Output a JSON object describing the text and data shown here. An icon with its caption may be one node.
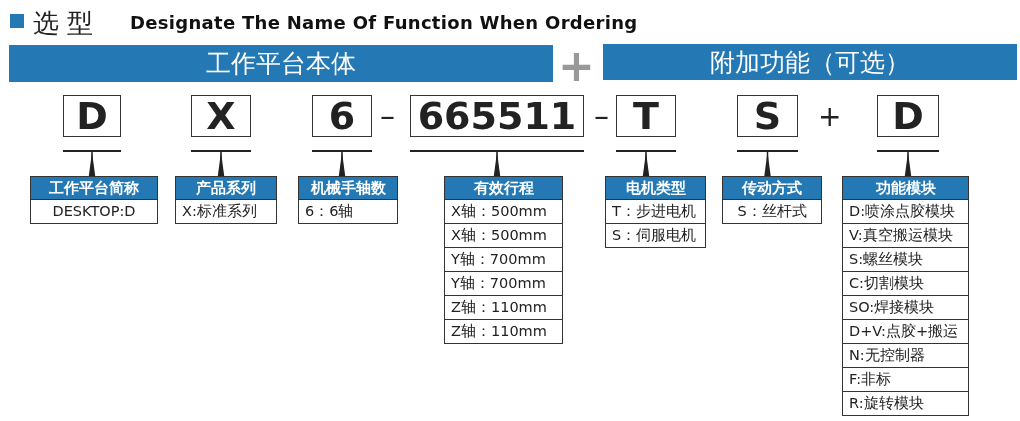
{
  "diagram": {
    "title": "选 型",
    "nodes": [
      {
        "text": [
          "工作平台本体"
        ]
      },
      {
        "text": [
          "附加功能（可选）"
        ]
      },
      {
        "text": [
          "D"
        ]
      },
      {
        "text": [
          "X"
        ]
      },
      {
        "text": [
          "6"
        ]
      },
      {
        "text": [
          "665511"
        ]
      },
      {
        "text": [
          "T"
        ]
      },
      {
        "text": [
          "S"
        ]
      },
      {
        "text": [
          "D"
        ]
      },
      {
        "text": [
          "工作平台简称",
          "DESKTOP:D"
        ]
      },
      {
        "text": [
          "产品系列",
          "X:标准系列"
        ]
      },
      {
        "text": [
          "机械手轴数",
          "6：6轴"
        ]
      },
      {
        "text": [
          "有效行程",
          "X轴：500mm",
          "X轴：500mm",
          "Y轴：700mm",
          "Y轴：700mm",
          "Z轴：110mm",
          "Z轴：110mm"
        ]
      },
      {
        "text": [
          "电机类型",
          "T：步进电机",
          "S：伺服电机"
        ]
      },
      {
        "text": [
          "传动方式",
          "S：丝杆式"
        ]
      },
      {
        "text": [
          "功能模块",
          "D:喷涂点胶模块",
          "V:真空搬运模块",
          "S:螺丝模块",
          "C:切割模块",
          "SO:焊接模块",
          "D+V:点胶+搬运",
          "N:无控制器",
          "F:非标",
          "R:旋转模块"
        ]
      }
    ],
    "edges": [
      {
        "from": 9,
        "to": 2,
        "arrow": "to"
      },
      {
        "from": 10,
        "to": 3,
        "arrow": "to"
      },
      {
        "from": 11,
        "to": 4,
        "arrow": "to"
      },
      {
        "from": 12,
        "to": 5,
        "arrow": "to"
      },
      {
        "from": 13,
        "to": 6,
        "arrow": "to"
      },
      {
        "from": 14,
        "to": 7,
        "arrow": "to"
      },
      {
        "from": 15,
        "to": 8,
        "arrow": "to"
      }
    ],
    "labels": [
      "Designate The Name Of Function When Ordering",
      "+",
      "–",
      "–",
      "+"
    ]
  }
}
